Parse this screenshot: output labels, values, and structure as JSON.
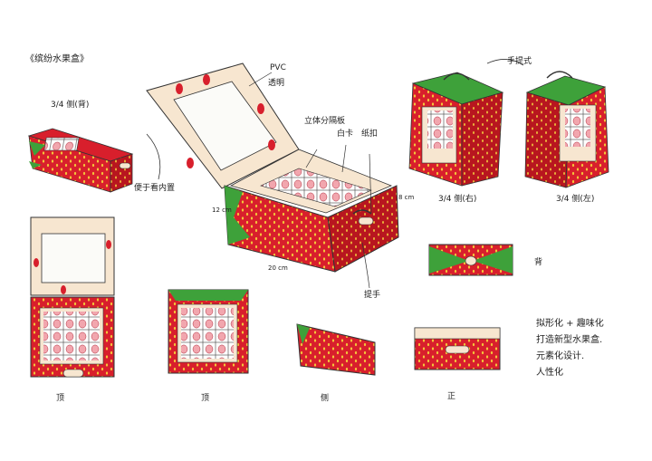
{
  "title": "《缤纷水果盒》",
  "annotations": {
    "pvc": "PVC",
    "transparent": "透明",
    "divider_board": "立体分隔板",
    "white_card": "白卡",
    "snap_buckle": "纸扣",
    "handle": "提手",
    "carry_style": "手提式",
    "three_quarter_back": "3/4 侧(背)",
    "three_quarter_right": "3/4 侧(右)",
    "three_quarter_left": "3/4 侧(左)",
    "easy_view_inside": "便于看内置",
    "dim_height": "12 cm",
    "dim_width": "20 cm",
    "dim_depth": "8 cm",
    "back": "背",
    "top": "顶",
    "top_2": "顶",
    "side": "侧",
    "front": "正"
  },
  "description": [
    "拟形化 + 趣味化",
    "打造新型水果盒.",
    "元素化设计.",
    "人性化"
  ],
  "colors": {
    "red": "#d81f2c",
    "dark_red": "#a9141f",
    "green": "#3ea13a",
    "seed": "#f3c43a",
    "cream": "#f7e6d0",
    "window": "#fbfbf8",
    "pink": "#f2a6ae"
  }
}
